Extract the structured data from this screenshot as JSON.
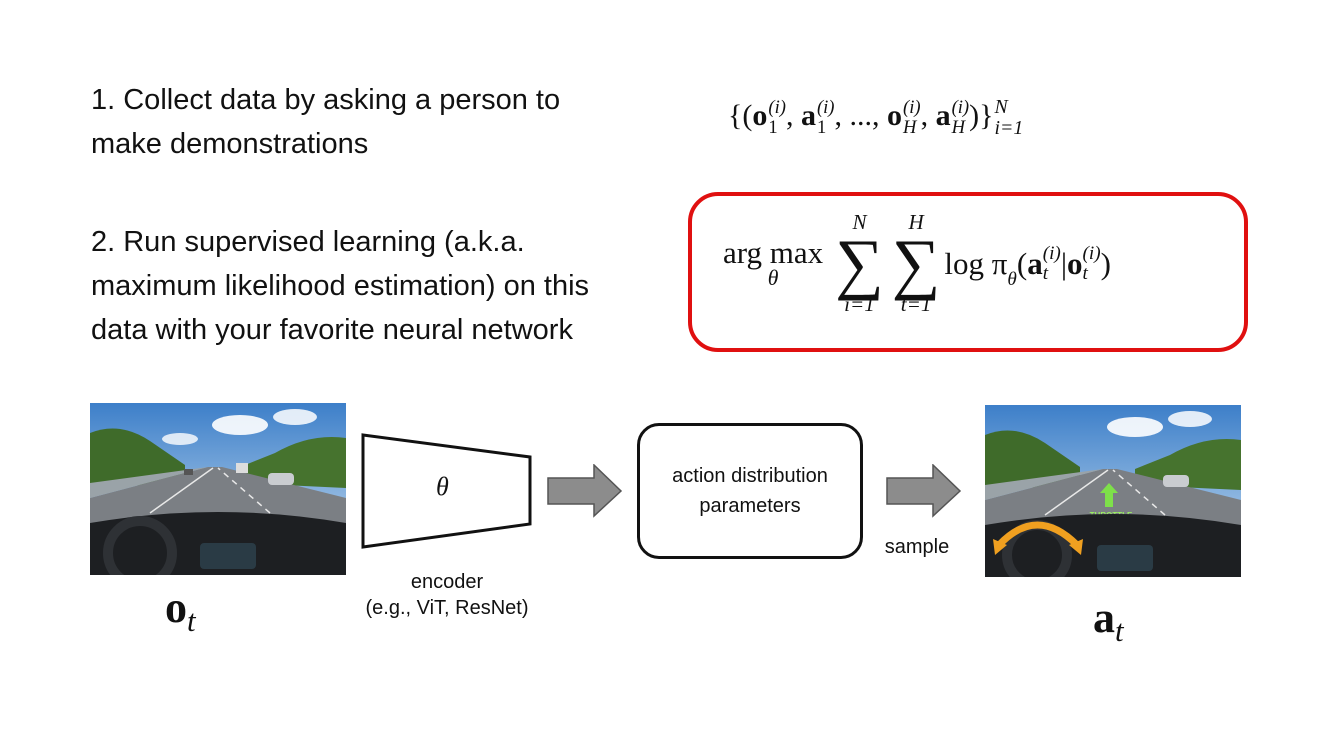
{
  "steps": [
    {
      "lines": [
        "1. Collect data by asking a person to",
        "make demonstrations"
      ]
    },
    {
      "lines": [
        "2. Run supervised learning (a.k.a.",
        "maximum likelihood estimation) on this",
        "data with your favorite neural network"
      ]
    }
  ],
  "math": {
    "dataset": {
      "open": "{(",
      "o": "o",
      "a": "a",
      "sup": "(i)",
      "sub1": "1",
      "subH": "H",
      "sep": ",",
      "dots": "...,",
      "close": ")}",
      "upper": "N",
      "lower": "i=1"
    },
    "objective": {
      "argmax": "arg max",
      "argmax_sub": "θ",
      "sum1_upper": "N",
      "sum1_lower": "i=1",
      "sum2_upper": "H",
      "sum2_lower": "t=1",
      "sigma": "∑",
      "log_pi": "log π",
      "pi_sub": "θ",
      "a": "a",
      "o": "o",
      "sup": "(i)",
      "sub": "t",
      "open": "(",
      "bar": "|",
      "close": ")"
    }
  },
  "diagram": {
    "encoder_param": "θ",
    "encoder_label": [
      "encoder",
      "(e.g., ViT, ResNet)"
    ],
    "distribution_label": [
      "action distribution",
      "parameters"
    ],
    "sample_label": "sample",
    "observation_symbol": {
      "base": "o",
      "sub": "t"
    },
    "action_symbol": {
      "base": "a",
      "sub": "t"
    },
    "throttle_text": "THROTTLE"
  },
  "colors": {
    "highlight_border": "#e01010",
    "arrow_fill": "#8c8c8c",
    "throttle_arrow": "#7ee04a",
    "steering_arrow": "#f0a020"
  }
}
